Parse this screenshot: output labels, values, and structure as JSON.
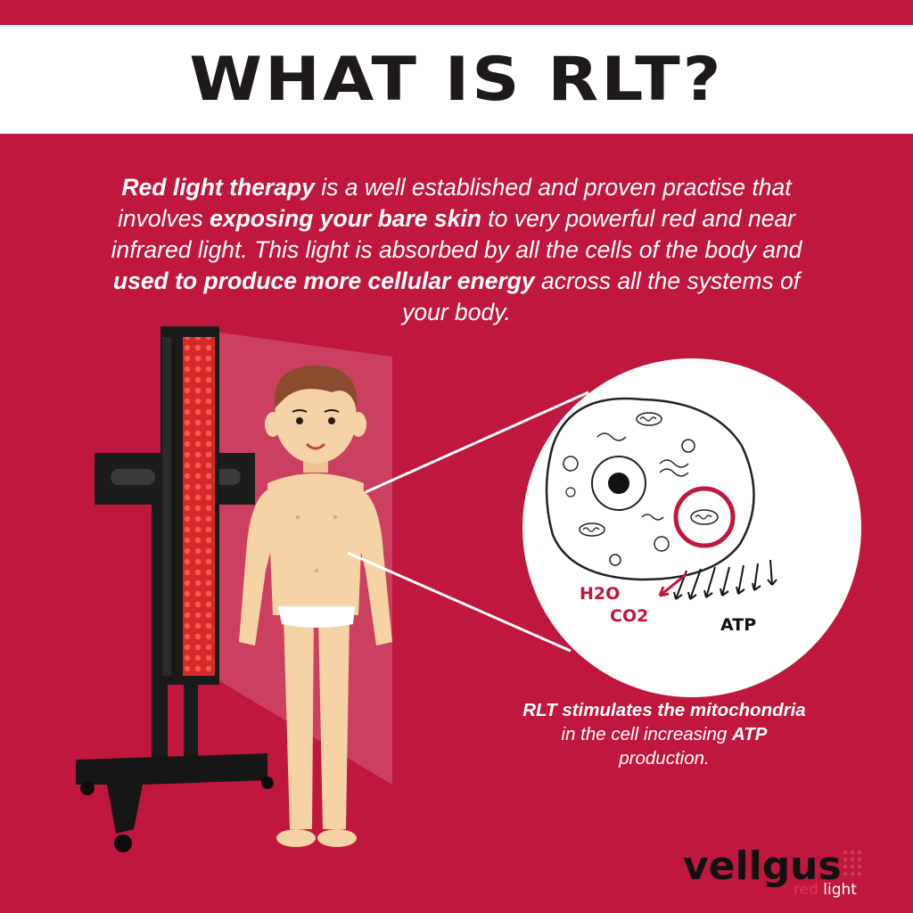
{
  "title": "WHAT IS RLT?",
  "intro": {
    "l1_b": "Red light therapy",
    "l1_r": " is a well established and proven practise that",
    "l2_a": "involves ",
    "l2_b": "exposing your bare skin",
    "l2_r": " to very powerful red and near",
    "l3": "infrared light. This light is absorbed by all the cells of the body and",
    "l4_b": "used to produce more cellular energy",
    "l4_r": " across all the systems of",
    "l5": "your body."
  },
  "cell_labels": {
    "h2o": "H2O",
    "co2": "CO2",
    "atp": "ATP"
  },
  "caption": {
    "line1": "RLT stimulates the mitochondria",
    "line2_a": "in the cell increasing ",
    "line2_b": "ATP",
    "line3": "production."
  },
  "brand": {
    "name": "vellgus",
    "sub_red": "red",
    "sub_rest": " light"
  },
  "colors": {
    "background": "#c0173e",
    "title_band": "#ffffff",
    "title_text": "#1e1a1b",
    "panel_red": "#e33b3b",
    "skin": "#f5d3a6",
    "hair": "#8a4b2e"
  }
}
